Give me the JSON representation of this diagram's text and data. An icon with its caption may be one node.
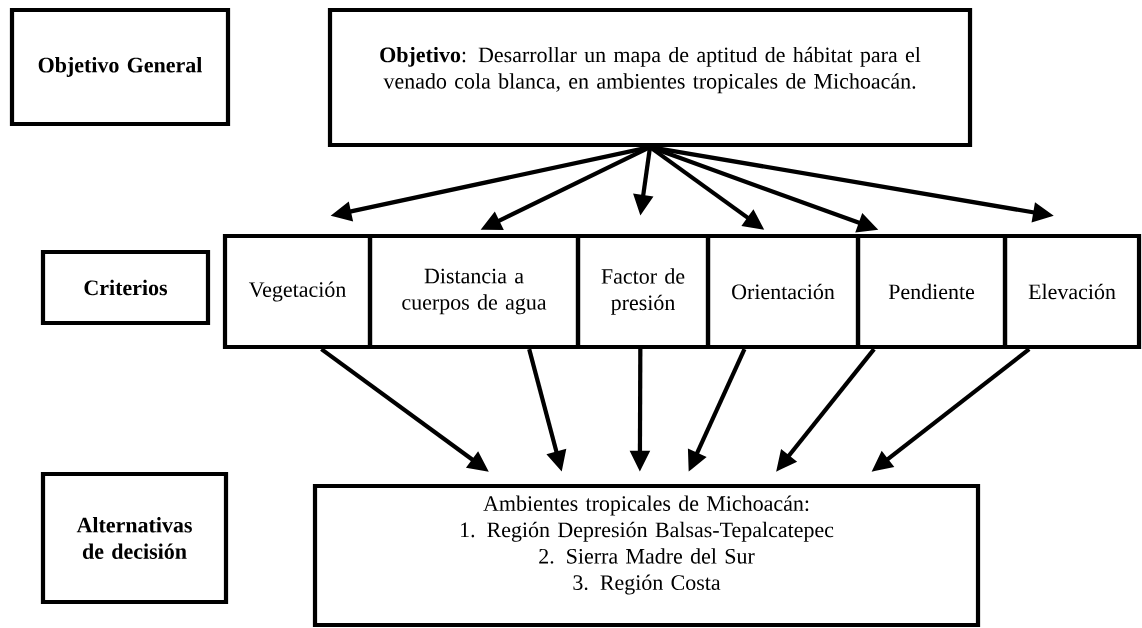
{
  "diagram": {
    "nodes": [
      {
        "text": [
          "Objetivo General"
        ]
      },
      {
        "text": [
          "**Objetivo**: Desarrollar un mapa de aptitud de hábitat para el venado cola blanca, en ambientes tropicales de Michoacán."
        ]
      },
      {
        "text": [
          "Criterios"
        ]
      },
      {
        "text": [
          "Vegetación"
        ]
      },
      {
        "text": [
          "Distancia a cuerpos de agua"
        ]
      },
      {
        "text": [
          "Factor de presión"
        ]
      },
      {
        "text": [
          "Orientación"
        ]
      },
      {
        "text": [
          "Pendiente"
        ]
      },
      {
        "text": [
          "Elevación"
        ]
      },
      {
        "text": [
          "Alternativas de decisión"
        ]
      },
      {
        "text": [
          "Ambientes tropicales de Michoacán:",
          "1. Región Depresión Balsas-Tepalcatepec",
          "2. Sierra Madre del Sur",
          "3. Región Costa"
        ]
      }
    ],
    "edges": [
      {
        "from": 1,
        "to": 3,
        "arrow": "to"
      },
      {
        "from": 1,
        "to": 4,
        "arrow": "to"
      },
      {
        "from": 1,
        "to": 5,
        "arrow": "to"
      },
      {
        "from": 1,
        "to": 6,
        "arrow": "to"
      },
      {
        "from": 1,
        "to": 7,
        "arrow": "to"
      },
      {
        "from": 1,
        "to": 8,
        "arrow": "to"
      },
      {
        "from": 3,
        "to": 10,
        "arrow": "to"
      },
      {
        "from": 4,
        "to": 10,
        "arrow": "to"
      },
      {
        "from": 5,
        "to": 10,
        "arrow": "to"
      },
      {
        "from": 6,
        "to": 10,
        "arrow": "to"
      },
      {
        "from": 7,
        "to": 10,
        "arrow": "to"
      },
      {
        "from": 8,
        "to": 10,
        "arrow": "to"
      }
    ]
  }
}
